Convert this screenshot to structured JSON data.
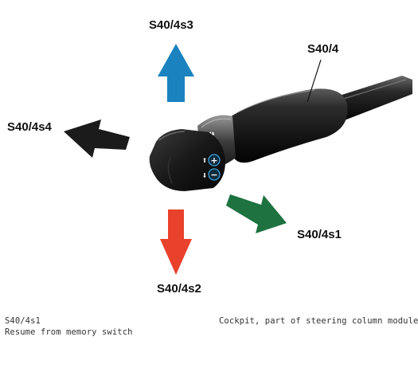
{
  "labels": {
    "up": "S40/4s3",
    "lever": "S40/4",
    "left": "S40/4s4",
    "right": "S40/4s1",
    "down": "S40/4s2"
  },
  "caption": {
    "code": "S40/4s1",
    "description": "Resume from memory switch",
    "context": "Cockpit, part of steering column module"
  },
  "colors": {
    "up_arrow": "#1a82bf",
    "left_arrow": "#1b1b1b",
    "right_arrow": "#1d7240",
    "down_arrow": "#e8412c",
    "lever_body": "#151515",
    "button_accent": "#3aa0d8"
  },
  "icons": [
    "plus-icon",
    "minus-icon",
    "arrow-up-icon",
    "arrow-down-icon"
  ]
}
